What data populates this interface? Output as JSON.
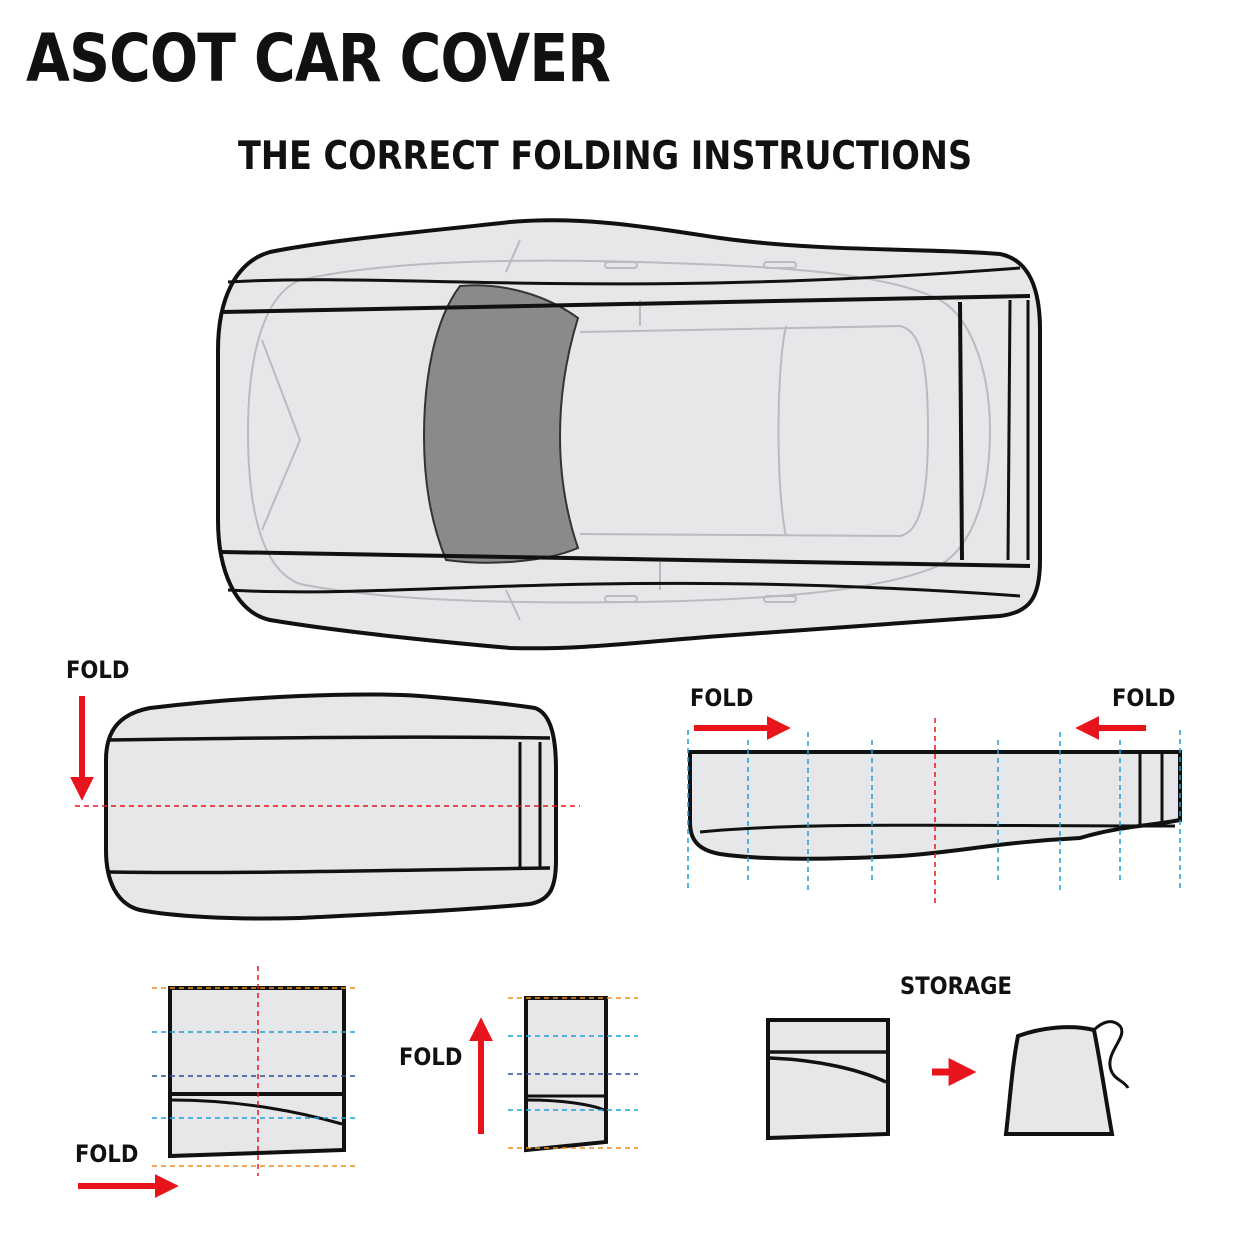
{
  "header": {
    "title": "ASCOT CAR COVER",
    "subtitle": "THE CORRECT FOLDING INSTRUCTIONS"
  },
  "labels": {
    "fold_left_step": "FOLD",
    "fold_right_from_left": "FOLD",
    "fold_right_from_right": "FOLD",
    "fold_bottom_left": "FOLD",
    "fold_bottom_middle": "FOLD",
    "storage": "STORAGE"
  },
  "colors": {
    "arrow": "#e8141b",
    "outline": "#111111",
    "cover_fill": "#e6e7e9",
    "windshield": "#8a8a8a",
    "guide_red": "#e8141b",
    "guide_blue": "#1e9fdc",
    "guide_navy": "#2a4e9b",
    "guide_orange": "#f08a24"
  }
}
